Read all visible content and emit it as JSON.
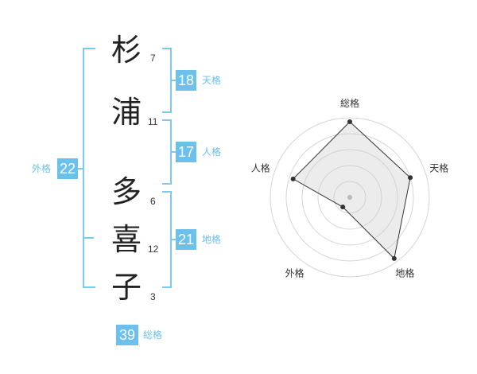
{
  "name": {
    "chars": [
      {
        "char": "杉",
        "strokes": "7"
      },
      {
        "char": "浦",
        "strokes": "11"
      },
      {
        "char": "多",
        "strokes": "6"
      },
      {
        "char": "喜",
        "strokes": "12"
      },
      {
        "char": "子",
        "strokes": "3"
      }
    ]
  },
  "fortunes": {
    "tenkaku": {
      "value": "18",
      "label": "天格"
    },
    "jinkaku": {
      "value": "17",
      "label": "人格"
    },
    "chikaku": {
      "value": "21",
      "label": "地格"
    },
    "gaikaku": {
      "value": "22",
      "label": "外格"
    },
    "soukaku": {
      "value": "39",
      "label": "総格"
    }
  },
  "colors": {
    "accent": "#6cc0ec",
    "bracket": "#7cc8f0",
    "text": "#222222"
  },
  "chart_data": {
    "type": "radar",
    "axes": [
      "総格",
      "天格",
      "地格",
      "外格",
      "人格"
    ],
    "values": [
      0.95,
      0.8,
      0.95,
      0.15,
      0.75
    ],
    "rings": 5,
    "range": [
      0,
      1
    ]
  }
}
